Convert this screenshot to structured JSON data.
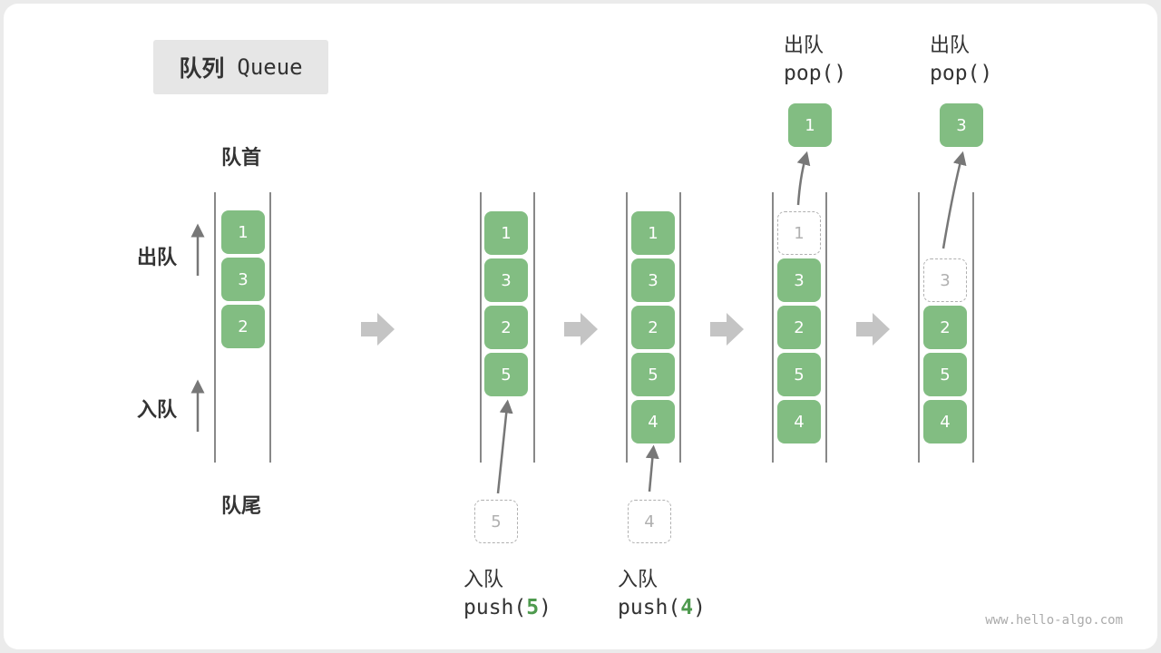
{
  "title": {
    "zh": "队列",
    "en": "Queue"
  },
  "labels": {
    "head": "队首",
    "tail": "队尾",
    "dequeue": "出队",
    "enqueue": "入队"
  },
  "states": [
    {
      "cells": [
        "1",
        "3",
        "2"
      ]
    },
    {
      "cells": [
        "1",
        "3",
        "2",
        "5"
      ],
      "incoming": "5",
      "op_zh": "入队",
      "op_fn": "push(",
      "op_arg": "5",
      "op_close": ")"
    },
    {
      "cells": [
        "1",
        "3",
        "2",
        "5",
        "4"
      ],
      "incoming": "4",
      "op_zh": "入队",
      "op_fn": "push(",
      "op_arg": "4",
      "op_close": ")"
    },
    {
      "cells": [
        "3",
        "2",
        "5",
        "4"
      ],
      "removed": "1",
      "op_zh": "出队",
      "op_fn": "pop()",
      "popped": "1"
    },
    {
      "cells": [
        "2",
        "5",
        "4"
      ],
      "removed": "3",
      "op_zh": "出队",
      "op_fn": "pop()",
      "popped": "3"
    }
  ],
  "watermark": "www.hello-algo.com",
  "colors": {
    "cell": "#82bd82",
    "accent": "#4e9a4e",
    "arrow": "#777777",
    "step_arrow": "#c4c4c4"
  }
}
